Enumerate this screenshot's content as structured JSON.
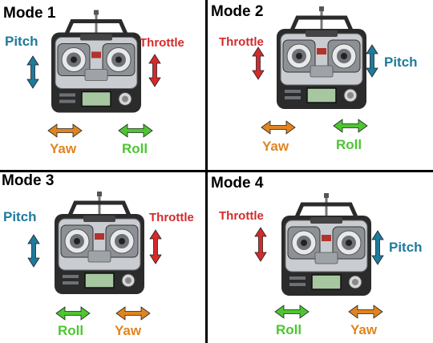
{
  "colors": {
    "pitch": "#1f7a9c",
    "throttle": "#d42a2a",
    "yaw": "#e0841f",
    "roll": "#4cc630",
    "transmitter_body": "#2b2b2b",
    "transmitter_panel": "#c9ccd0"
  },
  "icons": [
    "transmitter-image",
    "vertical-arrow-icon",
    "horizontal-arrow-icon"
  ],
  "panels": [
    {
      "title": "Mode 1",
      "labels": {
        "pitch": "Pitch",
        "throttle": "Throttle",
        "yaw": "Yaw",
        "roll": "Roll"
      }
    },
    {
      "title": "Mode 2",
      "labels": {
        "pitch": "Pitch",
        "throttle": "Throttle",
        "yaw": "Yaw",
        "roll": "Roll"
      }
    },
    {
      "title": "Mode 3",
      "labels": {
        "pitch": "Pitch",
        "throttle": "Throttle",
        "yaw": "Yaw",
        "roll": "Roll"
      }
    },
    {
      "title": "Mode 4",
      "labels": {
        "pitch": "Pitch",
        "throttle": "Throttle",
        "yaw": "Yaw",
        "roll": "Roll"
      }
    }
  ]
}
